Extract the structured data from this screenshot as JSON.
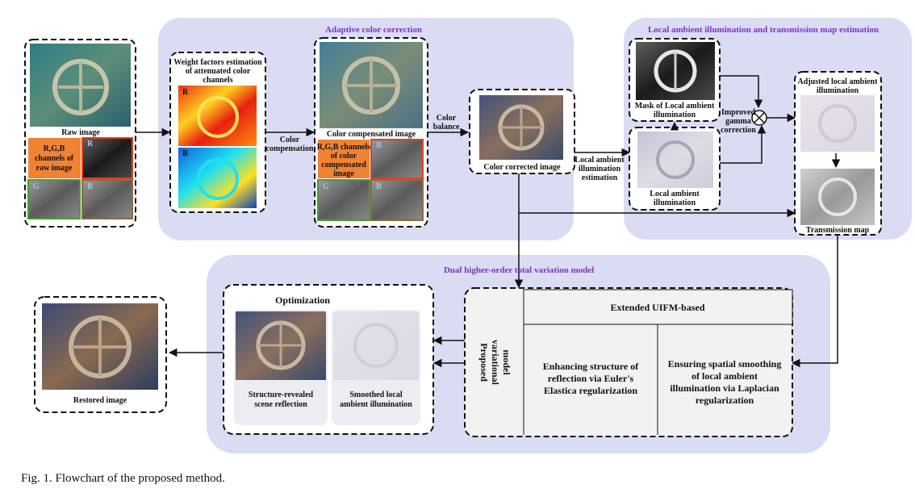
{
  "headers": {
    "adaptive": "Adaptive color correction",
    "local": "Local ambient illumination  and transmission map estimation",
    "dual": "Dual higher-order total variation model"
  },
  "labels": {
    "raw_image": "Raw image",
    "rgb_channels": [
      "R,G,B",
      "channels of",
      "raw image"
    ],
    "weight_factors": [
      "Weight factors estimation",
      "of attenuated color",
      "channels"
    ],
    "color_compensation": [
      "Color",
      "compensation"
    ],
    "color_compensated_image": "Color compensated image",
    "rgb_compensated": [
      "R,G,B channels",
      "of color",
      "compensated",
      "image"
    ],
    "color_balance": [
      "Color",
      "balance"
    ],
    "color_corrected_image": "Color corrected image",
    "local_est": [
      "Local ambient",
      "illumination",
      "estimation"
    ],
    "mask": [
      "Mask of Local ambient",
      "illumination"
    ],
    "improved_gamma": [
      "Improved",
      "gamma",
      "correction"
    ],
    "local_illum": [
      "Local ambient",
      "illumination"
    ],
    "adjusted": [
      "Adjusted local ambient",
      "illumination"
    ],
    "transmission_map": "Transmission map",
    "optimization": "Optimization",
    "structure_revealed": [
      "Structure-revealed",
      "scene reflection"
    ],
    "smoothed": [
      "Smoothed local",
      "ambient illumination"
    ],
    "restored_image": "Restored image",
    "proposed_model": [
      "Proposed",
      "variational",
      "model"
    ],
    "extended": "Extended UIFM-based",
    "enhancing": [
      "Enhancing structure of",
      "reflection via Euler's",
      "Elastica regularization"
    ],
    "ensuring": [
      "Ensuring spatial smoothing",
      "of local ambient",
      "illumination via Laplacian",
      "regularization"
    ],
    "channel_r": "R",
    "channel_g": "G",
    "channel_b": "B"
  },
  "caption": "Fig. 1.  Flowchart of the proposed method."
}
